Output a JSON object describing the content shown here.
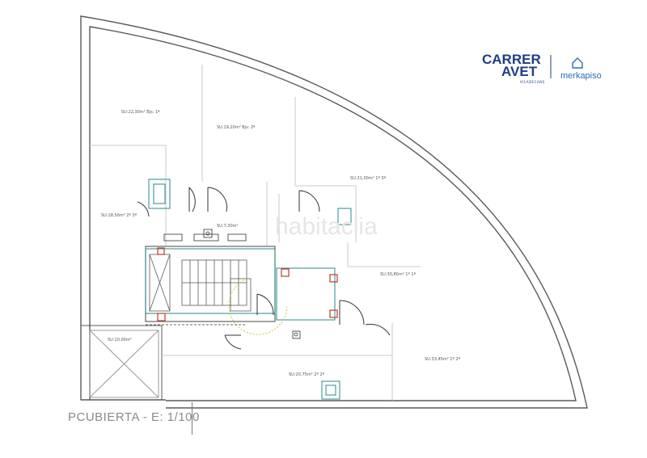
{
  "logo": {
    "line1": "CARRER",
    "line2": "AVET",
    "subtitle": "VILADECANS",
    "partner": "merkapiso"
  },
  "watermark": "habitaclia",
  "caption": "PCUBIERTA - E: 1/100",
  "rooms": [
    "SU:22,30m² Bjs: 1ª",
    "SU:19,20m² Bjs: 2ª",
    "SU:21,00m² 1º 3ª",
    "SU:18,50m² 2º 3ª",
    "SU:7,30m²",
    "SU:30,80m² 1º 1ª",
    "SU:10,00m²",
    "SU:20,75m² 2º 2ª",
    "SU:33,45m² 1º 2ª"
  ],
  "colors": {
    "brand": "#1f3d86",
    "partner": "#2b6fb5",
    "wall": "#5a5a5a",
    "teal": "#2a8a8a",
    "red": "#c0392b",
    "yellow": "#d4c33a"
  }
}
